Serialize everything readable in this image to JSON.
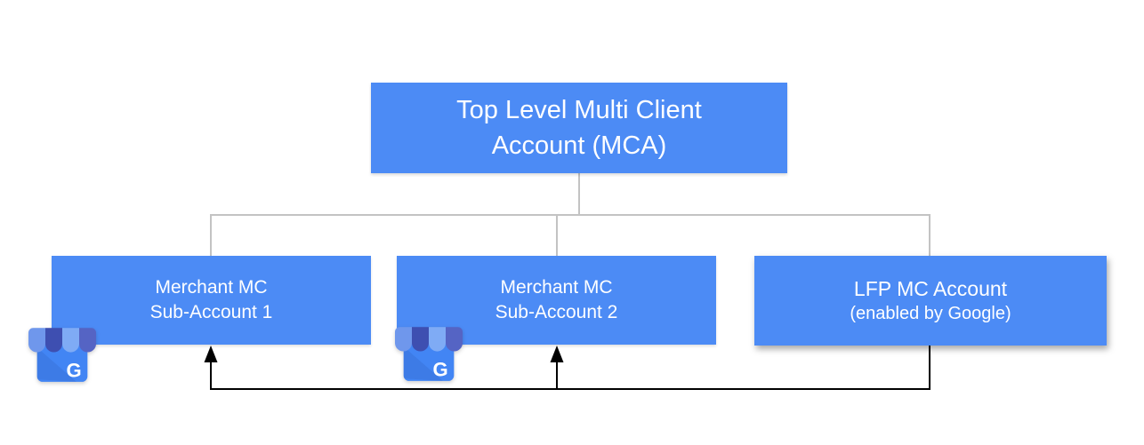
{
  "diagram": {
    "root": {
      "line1": "Top Level Multi Client",
      "line2": "Account (MCA)"
    },
    "sub1": {
      "line1": "Merchant MC",
      "line2": "Sub-Account 1"
    },
    "sub2": {
      "line1": "Merchant MC",
      "line2": "Sub-Account 2"
    },
    "lfp": {
      "line1": "LFP MC Account",
      "line2": "(enabled by Google)"
    },
    "business_icon": {
      "name": "google-business-icon",
      "letter": "G"
    },
    "colors": {
      "box_fill": "#4C8BF5",
      "box_text": "#FFFFFF",
      "tree_line": "#C3C3C3",
      "arrow_line": "#000000"
    }
  }
}
